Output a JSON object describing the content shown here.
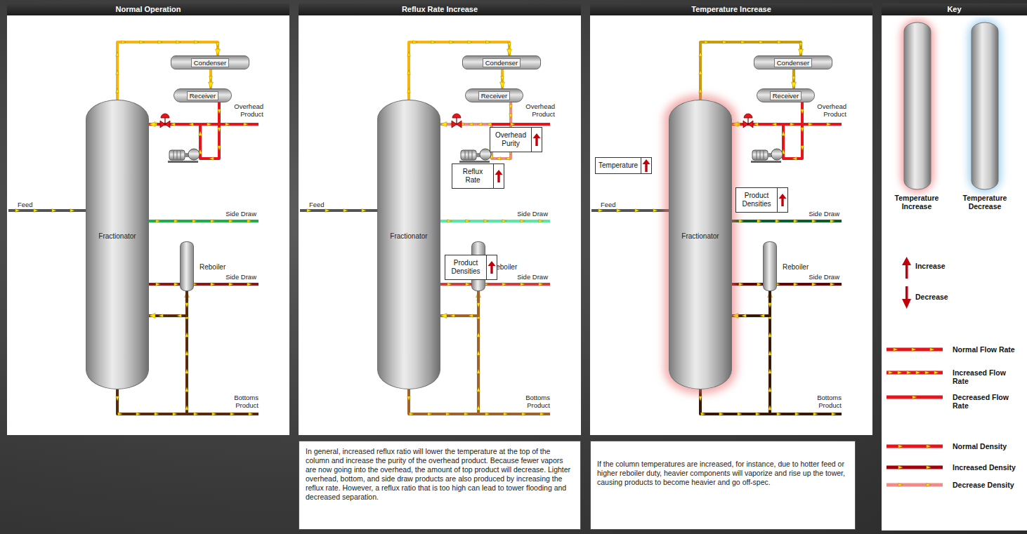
{
  "diagram": {
    "nodes": [
      {
        "text": [
          "Normal Operation"
        ]
      },
      {
        "text": [
          "Fractionator"
        ],
        "in": 0
      },
      {
        "text": [
          "Condenser"
        ],
        "in": 0
      },
      {
        "text": [
          "Receiver"
        ],
        "in": 0
      },
      {
        "text": [
          "Reboiler"
        ],
        "in": 0
      },
      {
        "text": [
          "Reflux Rate Increase"
        ]
      },
      {
        "text": [
          "Fractionator"
        ],
        "in": 5
      },
      {
        "text": [
          "Condenser"
        ],
        "in": 5
      },
      {
        "text": [
          "Receiver"
        ],
        "in": 5
      },
      {
        "text": [
          "Reboiler"
        ],
        "in": 5
      },
      {
        "text": [
          "Overhead Purity"
        ],
        "in": 5
      },
      {
        "text": [
          "Reflux Rate"
        ],
        "in": 5
      },
      {
        "text": [
          "Product Densities"
        ],
        "in": 5
      },
      {
        "text": [
          "In general, increased reflux ratio will lower the temperature at the top of the column and increase the purity of the overhead product. Because fewer vapors are now going into the overhead, the amount of top product will decrease. Lighter overhead, bottom, and side draw products are also produced by increasing the reflux rate. However, a reflux ratio that is too high can lead to tower flooding and decreased separation."
        ]
      },
      {
        "text": [
          "Temperature Increase"
        ]
      },
      {
        "text": [
          "Fractionator"
        ],
        "in": 14
      },
      {
        "text": [
          "Condenser"
        ],
        "in": 14
      },
      {
        "text": [
          "Receiver"
        ],
        "in": 14
      },
      {
        "text": [
          "Reboiler"
        ],
        "in": 14
      },
      {
        "text": [
          "Temperature"
        ],
        "in": 14
      },
      {
        "text": [
          "Product Densities"
        ],
        "in": 14
      },
      {
        "text": [
          "If the column temperatures are increased, for instance, due to hotter feed or higher reboiler duty, heavier components will vaporize and rise up the tower, causing products to become heavier and go off-spec."
        ]
      },
      {
        "text": [
          "Key"
        ]
      }
    ],
    "edges": [
      {
        "from": 1,
        "to": 2,
        "arrow": "to"
      },
      {
        "from": 2,
        "to": 3,
        "arrow": "to"
      },
      {
        "from": 3,
        "to": 1,
        "arrow": "to"
      },
      {
        "from": 1,
        "to": 4,
        "arrow": "to"
      },
      {
        "from": 4,
        "to": 1,
        "arrow": "to"
      },
      {
        "from": 6,
        "to": 7,
        "arrow": "to"
      },
      {
        "from": 7,
        "to": 8,
        "arrow": "to"
      },
      {
        "from": 8,
        "to": 6,
        "arrow": "to"
      },
      {
        "from": 6,
        "to": 9,
        "arrow": "to"
      },
      {
        "from": 9,
        "to": 6,
        "arrow": "to"
      },
      {
        "from": 15,
        "to": 16,
        "arrow": "to"
      },
      {
        "from": 16,
        "to": 17,
        "arrow": "to"
      },
      {
        "from": 17,
        "to": 15,
        "arrow": "to"
      },
      {
        "from": 15,
        "to": 18,
        "arrow": "to"
      },
      {
        "from": 18,
        "to": 15,
        "arrow": "to"
      }
    ],
    "labels": [
      "Overhead Product",
      "Feed",
      "Side Draw",
      "Side Draw",
      "Bottoms Product",
      "Overhead Product",
      "Feed",
      "Side Draw",
      "Side Draw",
      "Bottoms Product",
      "Overhead Product",
      "Feed",
      "Side Draw",
      "Side Draw",
      "Bottoms Product"
    ],
    "legend": [
      {
        "text": "Temperature Increase"
      },
      {
        "text": "Temperature Decrease"
      },
      {
        "text": "Increase"
      },
      {
        "text": "Decrease"
      },
      {
        "text": "Normal Flow Rate"
      },
      {
        "text": "Increased Flow Rate"
      },
      {
        "text": "Decreased Flow Rate"
      },
      {
        "text": "Normal Density"
      },
      {
        "text": "Increased Density"
      },
      {
        "text": "Decrease Density"
      }
    ]
  }
}
